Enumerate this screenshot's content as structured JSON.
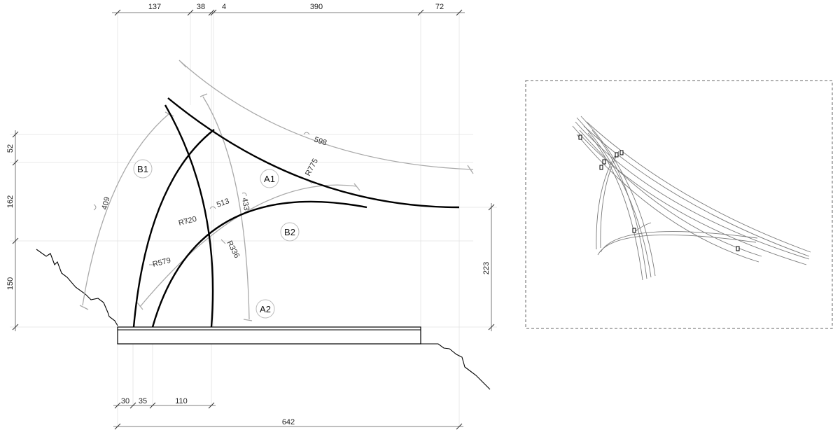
{
  "elevation": {
    "dims_top": [
      "137",
      "38",
      "4",
      "390",
      "72"
    ],
    "dims_left": [
      "52",
      "162",
      "150"
    ],
    "dim_right": "223",
    "dims_bottom": [
      "30",
      "35",
      "110"
    ],
    "dim_total": "642",
    "arc_lengths": [
      "598",
      "409",
      "513",
      "433"
    ],
    "radii": [
      "R775",
      "R720",
      "R579",
      "R336"
    ],
    "element_labels": [
      "B1",
      "A1",
      "B2",
      "A2"
    ]
  },
  "perspective": {
    "frame_style": "dashed"
  }
}
